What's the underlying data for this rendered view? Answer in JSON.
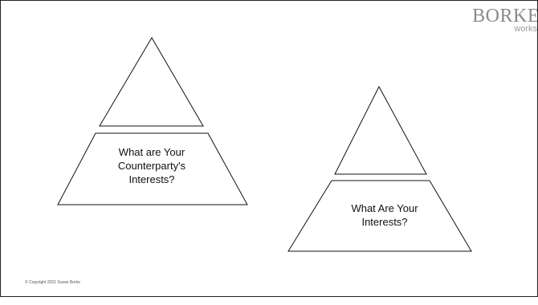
{
  "logo": {
    "main": "BORKE",
    "sub": "works"
  },
  "pyramids": [
    {
      "label_lines": [
        "What are Your",
        "Counterparty's",
        "Interests?"
      ]
    },
    {
      "label_lines": [
        "What Are Your",
        "Interests?"
      ]
    }
  ],
  "footer": "© Copyright 2021 Susan Borke",
  "colors": {
    "outline": "#111111",
    "logo": "#8a8a8a",
    "background": "#ffffff"
  }
}
